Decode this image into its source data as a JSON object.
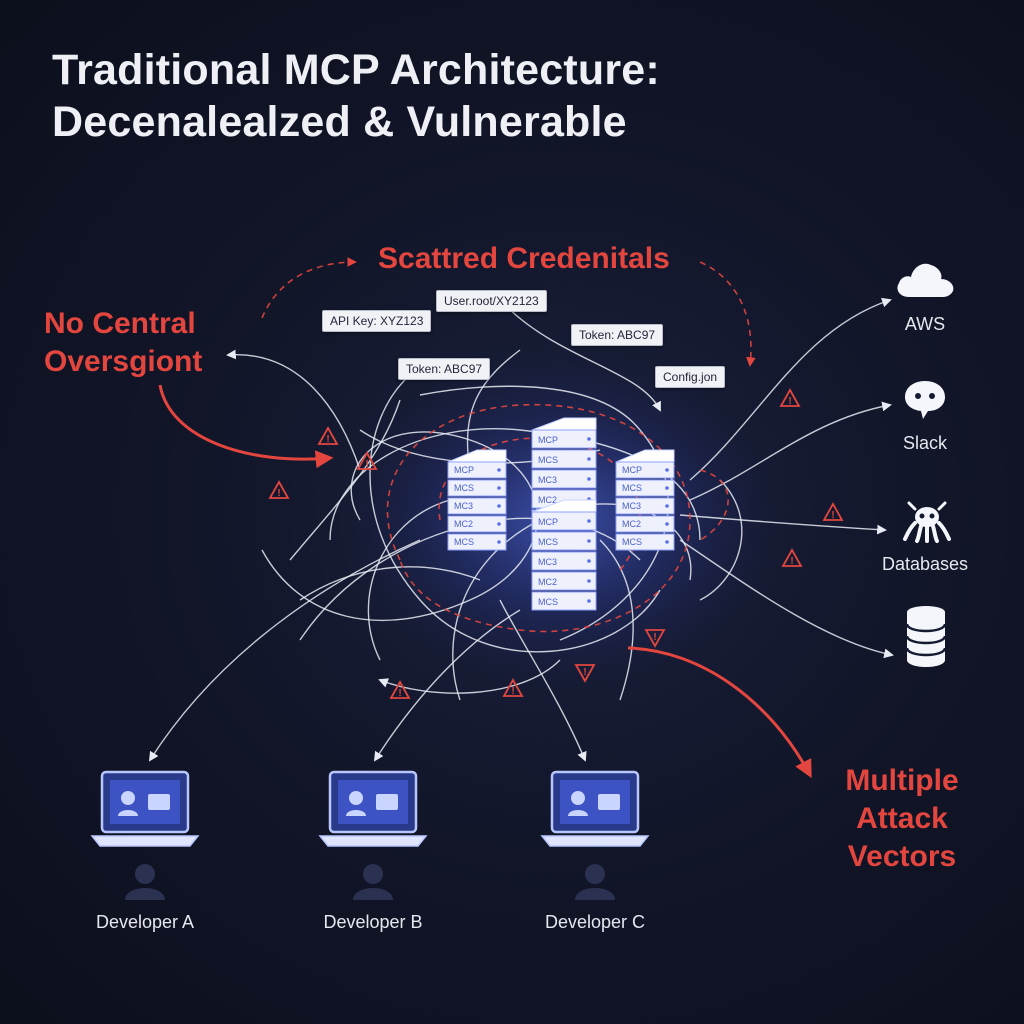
{
  "title": {
    "line1": "Traditional MCP Architecture:",
    "line2": "Decenalealzed & Vulnerable"
  },
  "callouts": {
    "credentials": "Scattred Credenitals",
    "oversight_line1": "No Central",
    "oversight_line2": "Oversgiont",
    "attack_line1": "Multiple",
    "attack_line2": "Attack",
    "attack_line3": "Vectors"
  },
  "credential_tags": [
    "API Key: XYZ123",
    "User.root/XY2123",
    "Token: ABC97",
    "Token: ABC97",
    "Config.jon"
  ],
  "services": [
    {
      "label": "AWS",
      "icon": "cloud-icon"
    },
    {
      "label": "Slack",
      "icon": "chat-bubble-icon"
    },
    {
      "label": "Databases",
      "icon": "octopus-icon"
    },
    {
      "label": "",
      "icon": "database-stack-icon"
    }
  ],
  "developers": [
    {
      "label": "Developer A",
      "icon": "laptop-icon"
    },
    {
      "label": "Developer B",
      "icon": "laptop-icon"
    },
    {
      "label": "Developer C",
      "icon": "laptop-icon"
    }
  ],
  "server_cluster": {
    "icon": "server-stack-icon",
    "slot_labels": [
      "MCP",
      "MCS",
      "MC3",
      "MC2",
      "MCS"
    ]
  },
  "colors": {
    "background": "#121629",
    "alert_red": "#e3463e",
    "line_white": "#e8ebf3",
    "glow_blue": "#4a6cff",
    "text": "#e9ecf5"
  }
}
